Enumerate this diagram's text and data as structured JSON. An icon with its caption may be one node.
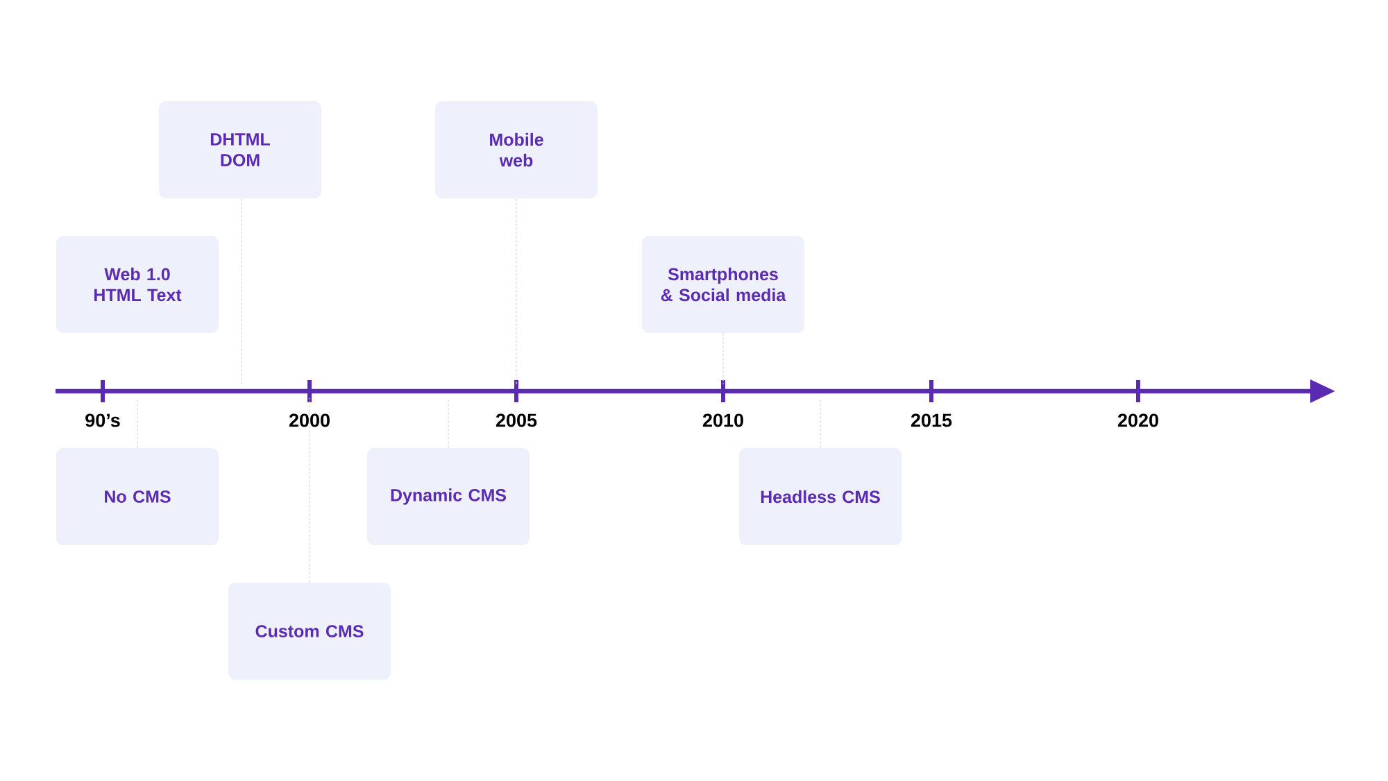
{
  "diagram": {
    "nodes": [
      {
        "text": [
          "DHTML DOM"
        ]
      },
      {
        "text": [
          "Mobile web"
        ]
      },
      {
        "text": [
          "Web 1.0 HTML Text"
        ]
      },
      {
        "text": [
          "Smartphones & Social media"
        ]
      },
      {
        "text": [
          "No CMS"
        ]
      },
      {
        "text": [
          "Dynamic CMS"
        ]
      },
      {
        "text": [
          "Headless CMS"
        ]
      },
      {
        "text": [
          "Custom CMS"
        ]
      }
    ],
    "edges": [
      {
        "from": 0,
        "to": null,
        "arrow": "none",
        "style": "dashed"
      },
      {
        "from": 1,
        "to": null,
        "arrow": "none",
        "style": "dashed"
      },
      {
        "from": 3,
        "to": null,
        "arrow": "none",
        "style": "dashed"
      },
      {
        "from": 4,
        "to": null,
        "arrow": "none",
        "style": "dashed"
      },
      {
        "from": 5,
        "to": null,
        "arrow": "none",
        "style": "dashed"
      },
      {
        "from": 6,
        "to": null,
        "arrow": "none",
        "style": "dashed"
      },
      {
        "from": 7,
        "to": null,
        "arrow": "none",
        "style": "dashed"
      }
    ],
    "labels": [
      "90’s",
      "2000",
      "2005",
      "2010",
      "2015",
      "2020"
    ]
  }
}
